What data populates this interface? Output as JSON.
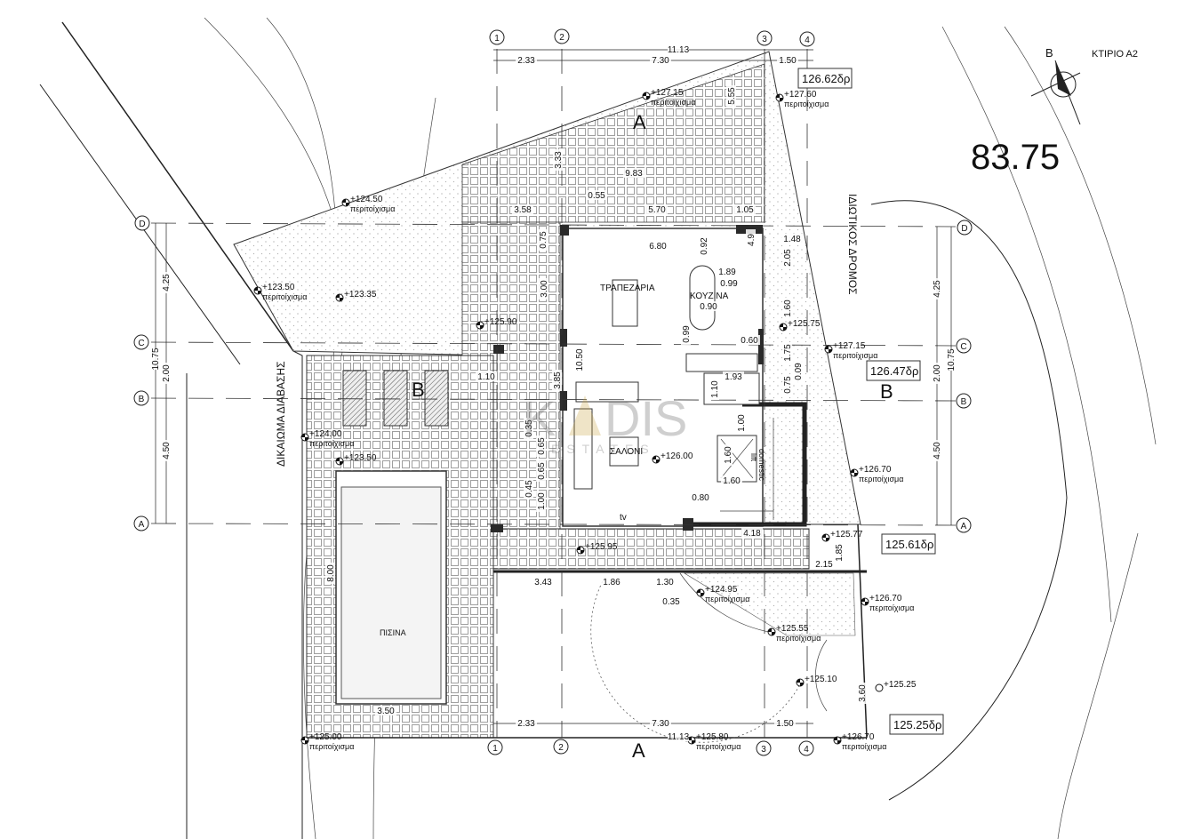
{
  "title": {
    "building": "ΚΤΙΡΙΟ Α2",
    "plot_level": "83.75",
    "north_label": "B"
  },
  "watermark": {
    "brand": "KADIS",
    "sub": "ESTATES"
  },
  "streets": {
    "left": "ΔΙΚΑΙΩΜΑ ΔΙΑΒΑΣΗΣ",
    "right": "ΙΔΙΩΤΙΚΟΣ ΔΡΟΜΟΣ"
  },
  "rooms": {
    "dining": "ΤΡΑΠΕΖΑΡΙΑ",
    "kitchen": "ΚΟΥΖΙΝΑ",
    "living": "ΣΑΛΟΝΙ",
    "tv": "tv",
    "pool": "ΠΙΣΙΝΑ",
    "lift": "lift",
    "lift_type": "domestic"
  },
  "sections": [
    "A",
    "B",
    "B",
    "A"
  ],
  "grid_axes": {
    "columns": [
      "1",
      "2",
      "3",
      "4"
    ],
    "rows": [
      "D",
      "C",
      "B",
      "A"
    ]
  },
  "levels_boxed": [
    "126.62δρ",
    "126.47δρ",
    "125.61δρ",
    "125.25δρ"
  ],
  "elevations": [
    {
      "value": "+127.15",
      "note": "περιτοίχισμα"
    },
    {
      "value": "+127.60",
      "note": "περιτοίχισμα"
    },
    {
      "value": "+124.50",
      "note": "περιτοίχισμα"
    },
    {
      "value": "+123.50",
      "note": "περιτοίχισμα"
    },
    {
      "value": "+123.35",
      "note": ""
    },
    {
      "value": "+125.90",
      "note": ""
    },
    {
      "value": "+125.75",
      "note": ""
    },
    {
      "value": "+127.15",
      "note": "περιτοίχισμα"
    },
    {
      "value": "+124.00",
      "note": "περιτοίχισμα"
    },
    {
      "value": "+123.50",
      "note": ""
    },
    {
      "value": "+126.00",
      "note": ""
    },
    {
      "value": "+126.70",
      "note": "περιτοίχισμα"
    },
    {
      "value": "+125.77",
      "note": ""
    },
    {
      "value": "+125.95",
      "note": ""
    },
    {
      "value": "+124.95",
      "note": "περιτοίχισμα"
    },
    {
      "value": "+126.70",
      "note": "περιτοίχισμα"
    },
    {
      "value": "+125.55",
      "note": "περιτοίχισμα"
    },
    {
      "value": "+125.10",
      "note": ""
    },
    {
      "value": "+125.25",
      "note": ""
    },
    {
      "value": "+125.00",
      "note": "περιτοίχισμα"
    },
    {
      "value": "+125.80",
      "note": "περιτοίχισμα"
    },
    {
      "value": "+126.70",
      "note": "περιτοίχισμα"
    }
  ],
  "dimensions": [
    "11.13",
    "2.33",
    "7.30",
    "1.50",
    "5.55",
    "3.33",
    "9.83",
    "0.55",
    "3.58",
    "5.70",
    "1.05",
    "6.80",
    "0.75",
    "0.92",
    "4.9",
    "1.48",
    "2.05",
    "1.89",
    "0.99",
    "0.90",
    "3.00",
    "1.60",
    "0.99",
    "0.60",
    "1.75",
    "10.50",
    "0.09",
    "1.10",
    "1.93",
    "1.10",
    "0.75",
    "3.85",
    "1.00",
    "0.35",
    "0.65",
    "1.60",
    "0.65",
    "1.60",
    "0.45",
    "1.00",
    "0.80",
    "4.18",
    "2.15",
    "1.85",
    "3.43",
    "1.86",
    "1.30",
    "0.35",
    "3.60",
    "8.00",
    "3.50",
    "2.33",
    "7.30",
    "1.50",
    "11.13",
    "4.25",
    "10.75",
    "2.00",
    "4.50",
    "4.25",
    "10.75",
    "2.00",
    "4.50"
  ]
}
